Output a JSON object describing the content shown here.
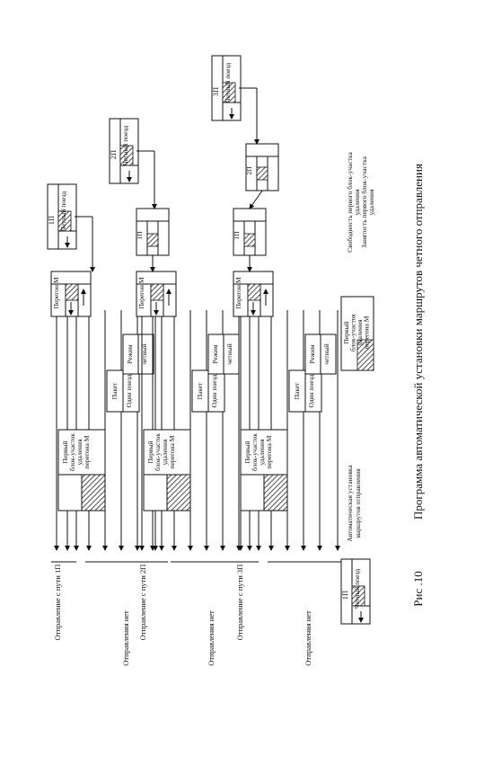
{
  "rows": [
    {
      "dep_label": "Отправление с пути 1П",
      "no_dep_label": "Отправления нет",
      "block_text": "Первый блок-участок удаления перегона М",
      "paket": "Пакет",
      "odin_poezd": "Один поезд",
      "rezhim": "Режим",
      "chetny": "четный",
      "peregon": "Перегон М",
      "track": "1П",
      "train": "Четный поезд"
    },
    {
      "dep_label": "Отправление с пути 2П",
      "no_dep_label": "Отправления нет",
      "block_text": "Первый блок-участок удаления перегона М",
      "paket": "Пакет",
      "odin_poezd": "Один поезд",
      "rezhim": "Режим",
      "chetny": "четный",
      "peregon": "Перегон М",
      "track": "2П",
      "train": "Четный поезд",
      "track_box_label": "1П"
    },
    {
      "dep_label": "Отправление с пути 3П",
      "no_dep_label": "Отправления нет",
      "block_text": "Первый блок-участок удаления перегона М",
      "paket": "Пакет",
      "odin_poezd": "Один поезд",
      "rezhim": "Режим",
      "chetny": "четный",
      "peregon": "Перегон М",
      "track": "3П",
      "train": "Четный поезд",
      "track_box_label": "1П",
      "track_box_label2": "2П"
    }
  ],
  "legend": {
    "track": "1П",
    "train": "Четный поезд",
    "auto_text": "Автоматическая установка маршрутов отправления",
    "block_text": "Первый блок-участок удаления перегона М",
    "free_text": "Свободность первого блок-участка удаления",
    "occ_text": "Занятость первого блок-участка удаления"
  },
  "caption": {
    "fig": "Рис .10",
    "title": "Программа автоматической установки маршрутов четного отправления"
  }
}
